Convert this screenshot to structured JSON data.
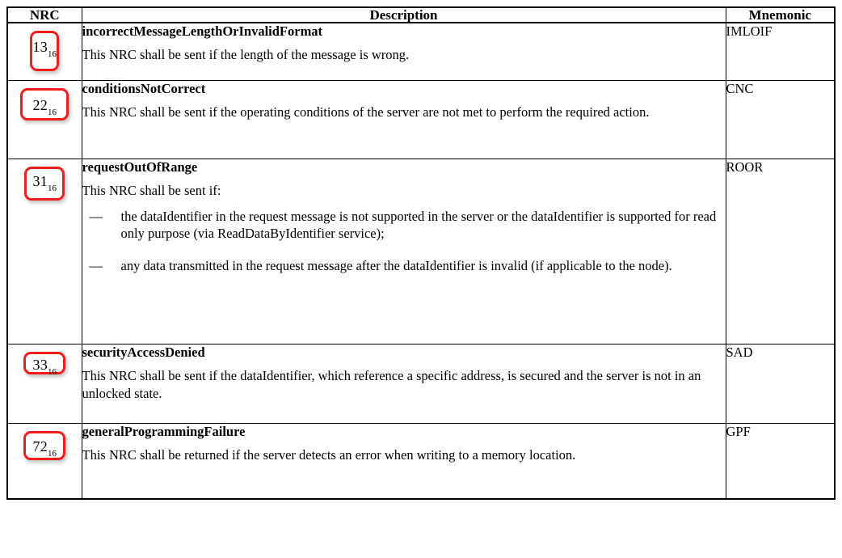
{
  "table": {
    "columns": [
      {
        "key": "nrc",
        "label": "NRC",
        "align": "center"
      },
      {
        "key": "description",
        "label": "Description",
        "align": "center"
      },
      {
        "key": "mnemonic",
        "label": "Mnemonic",
        "align": "center"
      }
    ],
    "highlight_color": "#f41b1b",
    "rows": [
      {
        "nrc_value": "13",
        "nrc_subscript": "16",
        "highlighted": true,
        "title": "incorrectMessageLengthOrInvalidFormat",
        "body": "This NRC shall be sent if the length of the message is wrong.",
        "lead": "",
        "bullets": [],
        "mnemonic": "IMLOIF"
      },
      {
        "nrc_value": "22",
        "nrc_subscript": "16",
        "highlighted": true,
        "title": "conditionsNotCorrect",
        "body": "This NRC shall be sent if the operating conditions of the server are not met to perform the required action.",
        "lead": "",
        "bullets": [],
        "mnemonic": "CNC"
      },
      {
        "nrc_value": "31",
        "nrc_subscript": "16",
        "highlighted": true,
        "title": "requestOutOfRange",
        "body": "",
        "lead": "This NRC shall be sent if:",
        "bullets": [
          "the dataIdentifier in the request message is not supported in the server or the dataIdentifier is supported for read only purpose (via ReadDataByIdentifier service);",
          "any data transmitted in the request message after the dataIdentifier is invalid (if applicable to the node)."
        ],
        "bullet_marker": "—",
        "mnemonic": "ROOR"
      },
      {
        "nrc_value": "33",
        "nrc_subscript": "16",
        "highlighted": true,
        "title": "securityAccessDenied",
        "body": "This NRC shall be sent if the dataIdentifier, which reference a specific address, is secured and the server is not in an unlocked state.",
        "lead": "",
        "bullets": [],
        "mnemonic": "SAD"
      },
      {
        "nrc_value": "72",
        "nrc_subscript": "16",
        "highlighted": true,
        "title": "generalProgrammingFailure",
        "body": "This NRC shall be returned if the server detects an error when writing to a memory location.",
        "lead": "",
        "bullets": [],
        "mnemonic": "GPF"
      }
    ]
  }
}
